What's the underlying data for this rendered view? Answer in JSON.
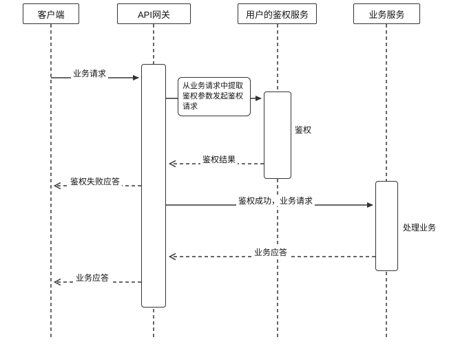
{
  "diagram": {
    "type": "sequence-diagram",
    "colors": {
      "line": "#333333",
      "text": "#111111",
      "background": "#ffffff"
    },
    "participants": [
      {
        "id": "client",
        "label": "客户端"
      },
      {
        "id": "api-gateway",
        "label": "API网关"
      },
      {
        "id": "auth-service",
        "label": "用户的鉴权服务"
      },
      {
        "id": "business-service",
        "label": "业务服务"
      }
    ],
    "note": {
      "text": "从业务请求中提取鉴权参数发起鉴权请求",
      "attached_to": "api-gateway → auth-service"
    },
    "messages": [
      {
        "label": "业务请求",
        "from": "client",
        "to": "api-gateway",
        "style": "solid"
      },
      {
        "label": "鉴权结果",
        "from": "auth-service",
        "to": "api-gateway",
        "style": "dashed"
      },
      {
        "label": "鉴权失败应答",
        "from": "api-gateway",
        "to": "client",
        "style": "dashed"
      },
      {
        "label": "鉴权成功，业务请求",
        "from": "api-gateway",
        "to": "business-service",
        "style": "solid"
      },
      {
        "label": "业务应答",
        "from": "business-service",
        "to": "api-gateway",
        "style": "dashed"
      },
      {
        "label": "业务应答",
        "from": "api-gateway",
        "to": "client",
        "style": "dashed"
      }
    ],
    "activation_labels": [
      {
        "label": "鉴权",
        "on": "auth-service"
      },
      {
        "label": "处理业务",
        "on": "business-service"
      }
    ]
  }
}
